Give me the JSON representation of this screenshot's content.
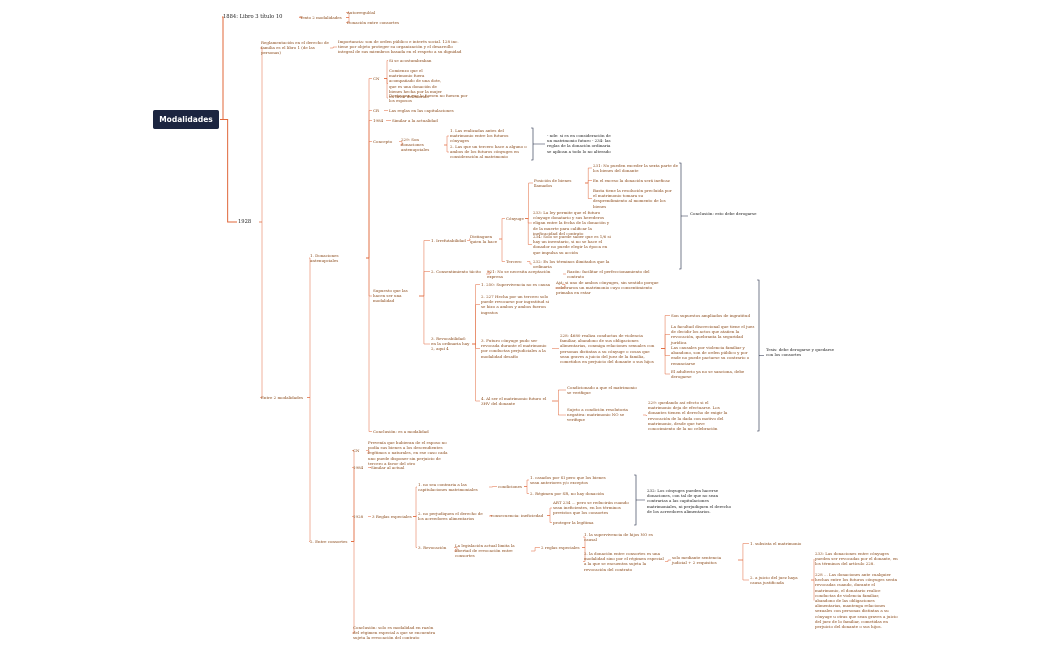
{
  "root": "Modalidades",
  "colors": {
    "root_bg": "#1c2540",
    "branch": "#e0673a",
    "text": "#8a4a1a",
    "bracket": "#1c2540"
  },
  "nodes": {
    "n1884": "1884: Libro 3 título 10",
    "n1884a": "Texto 2 modalidades",
    "n1884b1": "Autorregulóal",
    "n1884b2": "Donación entre consortes",
    "n1928": "1928",
    "reg": "Reglamentación en el derecho de familia es el libro 1 (de las personas)",
    "reg_txt": "Importancia: son de orden público e interés social. 128 inc. tiene por objeto proteger su organización y el desarrollo integral de sus miembros basada en el respeto a su dignidad",
    "entre2": "Entre 2 modalidades",
    "don_ante": "1. Donaciones antenupciales",
    "cn": "CN",
    "cn_a": "Si se acostumbraban",
    "cn_b": "Comienzo que el matrimonio fuera acompañado de una dote, que es una donación de bienes hecha por la mujer en favor del marido",
    "cn_c": "Destruyen que lo fuesen no fuesen por los esposos",
    "cr": "CR",
    "cr_a": "Las reglas en las capitulaciones",
    "d1984": "1984",
    "d1984_a": "Similar a la actualidad",
    "concepto": "Concepto",
    "c229": "229: Son donaciones antenupciales",
    "c229_1": "1. Las realizadas antes del matrimonio entre los futuros cónyuges",
    "c229_2": "2. Las que un tercero hace a alguno o ambos de los futuros cónyuges en consideración al matrimonio",
    "c229_note": "- nde: si es en consideración de un matrimonio futuro - 234: las reglas de la donación ordinaria se aplican a todo lo no alterado",
    "supuesto": "Supuesto que las hacen ser una modalidad",
    "irrev": "1. Irrefutabilidad",
    "distingue": "Distinguen quien la hace",
    "conyuge": "Cónyuge",
    "pos_bienes": "Posición de bienes llamados",
    "pb_231": "231: No pueden exceder la sexta parte de los bienes del donante",
    "pb_exceso": "En el exceso la donación será ineficaz",
    "pb_basta": "Basta tiene la resolución precluida por el matrimonio tomara su desprendimiento al momento de los bienes",
    "c233": "233: La ley permite que el futuro cónyuge donatario y sus herederos eligan entre la fecha de la donación y de la muerte para calificar la ineficacidad del contrato",
    "c234": "234: Solo se puede saber que es 1/6 si hay un inventario, si no se hace el donador no puede elegir la época en que impulsa su acción",
    "concl_dero": "Conclusión: esto debe derogarse",
    "tercero": "Tercero",
    "t232": "232: Es los términos ilimitados que la ordinaria",
    "consent": "2. Consentimiento tácito",
    "consent_a": "221: No se necesita aceptación expresa",
    "consent_b": "Razón: facilitar el perfeccionamiento del contrato",
    "revoc": "3. Revocabilidad: en la ordinaria hay 2, aquí 4",
    "r1": "1. 250: Supervivencia no es causa",
    "r1_a": "Ajá: si uno de ambos cónyuges, sin sentido porque celebraron un matrimonio cuyo consentimiento primaba en estar",
    "r2": "2. 227 Hecha por un tercero solo puede revocarse por ingratitud si se hizo a ambos y ambos fueron ingratos",
    "r3": "3. Futuro cónyuge pudo ser revocada durante el matrimonio por conductas perjudiciales a la modalidad desafío",
    "r3_a": "228: 4680 realiza conductas de violencia familiar, abandono de sus obligaciones alimentarias, conmiga relaciones sexuales con personas distintas a su cónyuge o cosas que sean graves a juicio del juez de la familia, cometidos en perjuicio del donante o sus hijos",
    "r3_b1": "Son supuestos ampliados de ingratitud",
    "r3_b2": "La facultad discrecional que tiene el juez de decidir los actos que atañen la revocación, quebranta la seguridad jurídica",
    "r3_b3": "Las causales por violencia familiar y abandono, son de orden público y por ende no puede pactarse su contrario o renunciarse",
    "r3_b4": "El adulterio ya no se sanciona, debe derogarse",
    "r4": "4. Al ser el matrimonio futuro el 3HV del donante",
    "r4_a": "Condicionado a que el matrimonio se verifique",
    "r4_b": "Sujeto a condición resolutoria negativa: matrimonio NO se verifique",
    "r4_c": "229: quedando así efecto si el matrimonio deja de efectuarse. Los donantes tienen el derecho de exigir la revocación de la dada con motivo del matrimonio, desde que tuve conocimiento de la no celebración",
    "tesis": "Tesis: debe derogarse y quedarse con los consortes",
    "conclusion1": "Conclusión: es a modalidad",
    "entre_cons": "2. Entre consortes",
    "ec_cn": "CN",
    "ec_cn_a": "Prevenía que hubieran de el esposo no podía sus bienes a los descendientes legítimos o naturales, en ese caso cada uno puede disponer sin perjuicio de tercero a favor del otro",
    "ec_1984": "1984",
    "ec_1984_a": "Similar al actual",
    "ec_1928": "1928",
    "reglas": "3 Reglas especiales",
    "reg1": "1. no sea contraria a las capitulaciones matrimoniales",
    "reg1_cond": "condiciones",
    "reg1_c1": "1. casados por SI pero que los bienes sean anteriores y/o exceptos",
    "reg1_c2": "2. Régimen por SR, no hay donación",
    "reg2": "2. no perjudiquen el derecho de los acreedores alimentarios",
    "reg2_cons": "consecuencia: ineficiedad",
    "reg2_a": "ART 234 ... pero se reducirán cuando sean ineficientes, en los términos previstos que los consortes",
    "reg2_b": "proteger la legítima",
    "reg2_note": "232: Los cónyuges pueden hacerse donaciones, con tal de que no sean contrarias a las capitulaciones matrimoniales, ni perjudiquen el derecho de los acreedores alimentarios.",
    "reg3": "3. Revocación",
    "reg3_a": "La legislación actual limita la libertad de revocación entre consortes",
    "reg3_b": "2 reglas especiales",
    "reg3_b1": "1. la supervivencia de hijos NO es causal",
    "reg3_b2": "2. la donación entre consortes es una modalidad sino por el régimen especial a la que se encuentra sujeta la revocación del contrato",
    "reg3_b2_a": "solo mediante sentencia judicial + 2 requisitos",
    "req1": "1. subsista el matrimonio",
    "req2": "2. a juicio del juez haya causa justificada",
    "req2_a": "233: Las donaciones entre cónyuges pueden ser revocadas por el donante, en los términos del artículo 228.",
    "req2_b": "228 ... Las donaciones ante cualquier hechas entre los futuros cónyuges serán revocadas cuando, durante el matrimonio, el donatario realice conductas de violencia familiar, abandono de las obligaciones alimentarias, mantenga relaciones sexuales con personas distintas a su cónyuge u otras que sean graves a juicio del juez de lo familiar, cometidas en perjuicio del donante o sus hijos.",
    "conclusion2": "Conclusión: solo es modalidad en razón del régimen especial a que se encuentra sujeta la revocación del contrato"
  }
}
